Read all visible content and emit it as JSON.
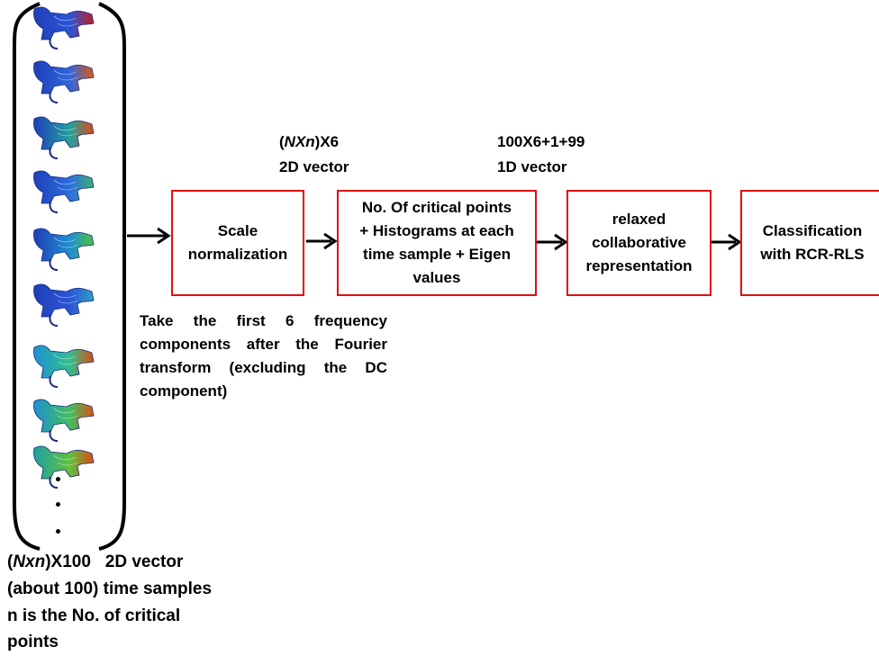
{
  "steps": [
    {
      "text": "Scale\nnormalization"
    },
    {
      "text": "No. Of critical points\n+ Histograms at each\ntime sample + Eigen\nvalues"
    },
    {
      "text": "relaxed\ncollaborative\nrepresentation"
    },
    {
      "text": "Classification\nwith RCR-RLS"
    }
  ],
  "labels": {
    "mid_dim_prefix": "(",
    "mid_dim_italic": "NXn",
    "mid_dim_suffix": ")X6",
    "mid_type": "2D vector",
    "right_dim": "100X6+1+99",
    "right_type": "1D vector"
  },
  "note_fourier": "Take the first 6 frequency components after the Fourier transform (excluding the DC component)",
  "bottom": {
    "l1_prefix": "(",
    "l1_italic": "Nxn",
    "l1_suffix": ")X100   2D vector",
    "l2": "(about 100) time samples",
    "l3": "n is the No. of critical",
    "l4": "points"
  },
  "colors": {
    "box_border": "#e01010",
    "arrow": "#000000"
  },
  "icons": [
    "left-parenthesis-icon",
    "right-parenthesis-icon",
    "mesh-thumbnail-icon",
    "arrow-right-icon",
    "ellipsis-dot-icon"
  ]
}
